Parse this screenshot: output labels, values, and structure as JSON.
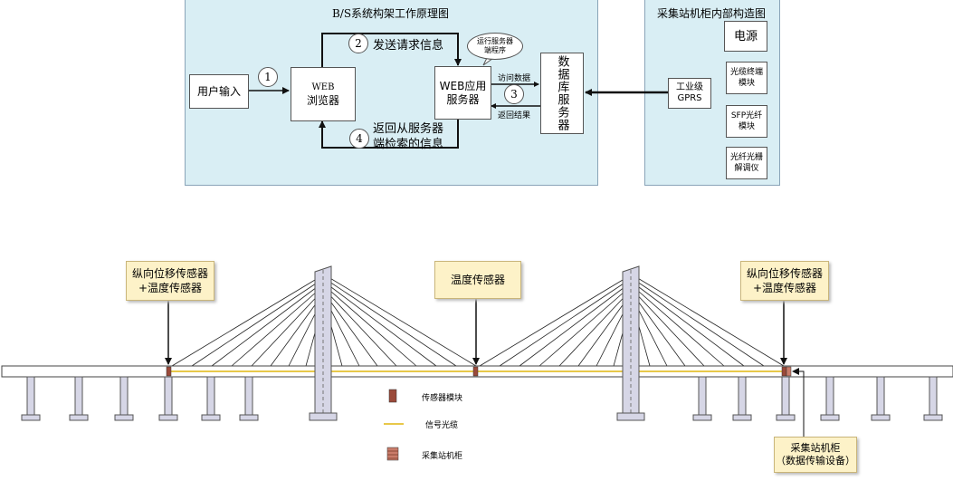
{
  "bs_panel": {
    "title": "B/S系统构架工作原理图",
    "user_input": "用户输入",
    "browser_line1": "WEB",
    "browser_line2": "浏览器",
    "web_server_line1": "WEB应用",
    "web_server_line2": "服务器",
    "run_program_line1": "运行服务器",
    "run_program_line2": "端程序",
    "db_server": "数据库服务器",
    "step1": "1",
    "step2": "2",
    "step3": "3",
    "step4": "4",
    "send_request": "发送请求信息",
    "access_data": "访问数据",
    "return_result": "返回结果",
    "return_info_line1": "返回从服务器",
    "return_info_line2": "端检索的信息"
  },
  "cabinet_panel": {
    "title": "采集站机柜内部构造图",
    "power": "电源",
    "fiber_terminal_line1": "光缆终端",
    "fiber_terminal_line2": "模块",
    "sfp_line1": "SFP光纤",
    "sfp_line2": "模块",
    "grating_line1": "光纤光栅",
    "grating_line2": "解调仪",
    "gprs_line1": "工业级",
    "gprs_line2": "GPRS"
  },
  "bridge": {
    "sensor_left_line1": "纵向位移传感器",
    "sensor_left_line2": "+温度传感器",
    "sensor_mid": "温度传感器",
    "sensor_right_line1": "纵向位移传感器",
    "sensor_right_line2": "+温度传感器",
    "station_line1": "采集站机柜",
    "station_line2": "（数据传输设备）"
  },
  "legend": {
    "sensor_module": "传感器模块",
    "signal_cable": "信号光缆",
    "station_cabinet": "采集站机柜"
  },
  "colors": {
    "panel_bg": "#d9eef4",
    "sensor_bg": "#fdf2c8",
    "cable": "#e8c84a",
    "sensor_module": "#9b4a3a",
    "pier": "#d6d6e6"
  }
}
